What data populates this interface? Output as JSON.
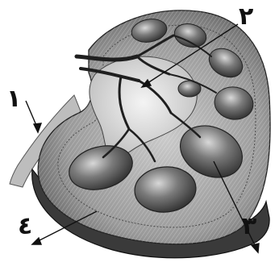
{
  "diagram": {
    "callouts": [
      {
        "id": "1",
        "label": "١"
      },
      {
        "id": "2",
        "label": "٢"
      },
      {
        "id": "3",
        "label": "٣"
      },
      {
        "id": "4",
        "label": "٤"
      }
    ]
  }
}
